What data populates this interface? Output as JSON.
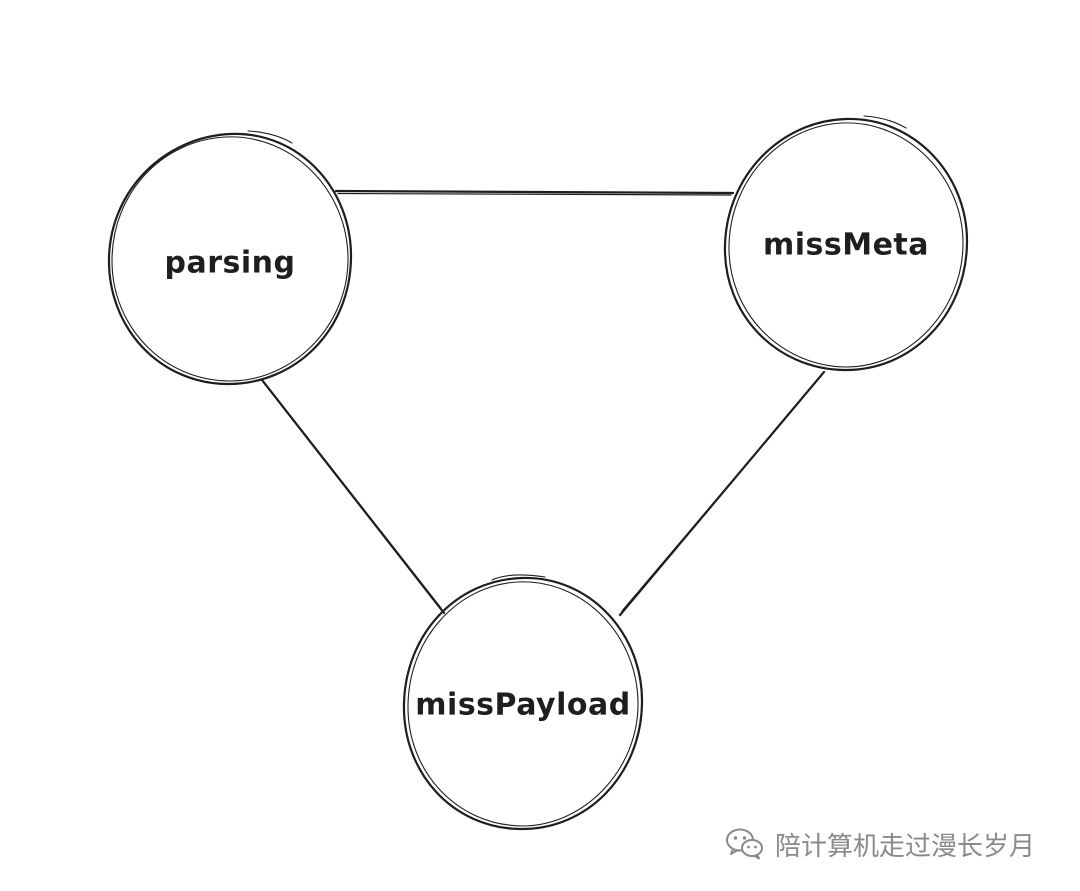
{
  "diagram": {
    "nodes": [
      {
        "id": "parsing",
        "label": "parsing"
      },
      {
        "id": "missMeta",
        "label": "missMeta"
      },
      {
        "id": "missPayload",
        "label": "missPayload"
      }
    ],
    "edges": [
      {
        "from": "parsing",
        "to": "missMeta"
      },
      {
        "from": "parsing",
        "to": "missPayload"
      },
      {
        "from": "missMeta",
        "to": "missPayload"
      }
    ],
    "colors": {
      "stroke": "#1e1e1e",
      "background": "#ffffff"
    }
  },
  "watermark": {
    "icon": "wechat-icon",
    "text": "陪计算机走过漫长岁月",
    "color": "#8a8a8a"
  }
}
